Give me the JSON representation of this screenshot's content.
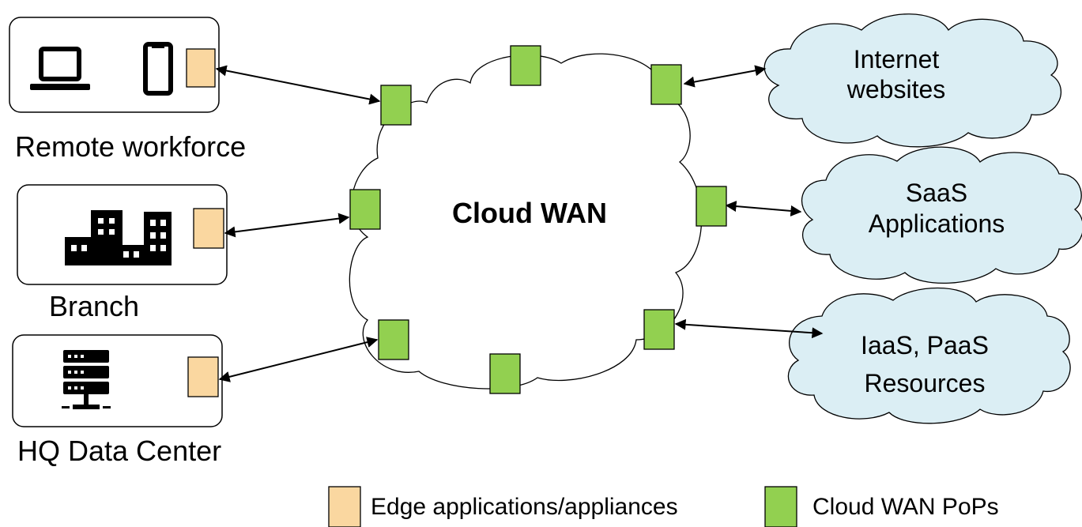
{
  "colors": {
    "pop": "#92d050",
    "edge": "#fad7a0",
    "cloud_center": "#ffffff",
    "cloud_services": "#dbeef4"
  },
  "center": {
    "label": "Cloud WAN"
  },
  "sites": [
    {
      "id": "remote",
      "label": "Remote workforce",
      "icons": [
        "laptop-icon",
        "smartphone-icon"
      ]
    },
    {
      "id": "branch",
      "label": "Branch",
      "icons": [
        "office-buildings-icon"
      ]
    },
    {
      "id": "hq",
      "label": "HQ Data Center",
      "icons": [
        "server-rack-icon"
      ]
    }
  ],
  "services": [
    {
      "id": "internet",
      "lines": [
        "Internet",
        "websites"
      ]
    },
    {
      "id": "saas",
      "lines": [
        "SaaS",
        "Applications"
      ]
    },
    {
      "id": "iaas",
      "lines": [
        "IaaS, PaaS",
        "Resources"
      ]
    }
  ],
  "legend": {
    "edge_label": "Edge applications/appliances",
    "pop_label": "Cloud WAN PoPs"
  }
}
